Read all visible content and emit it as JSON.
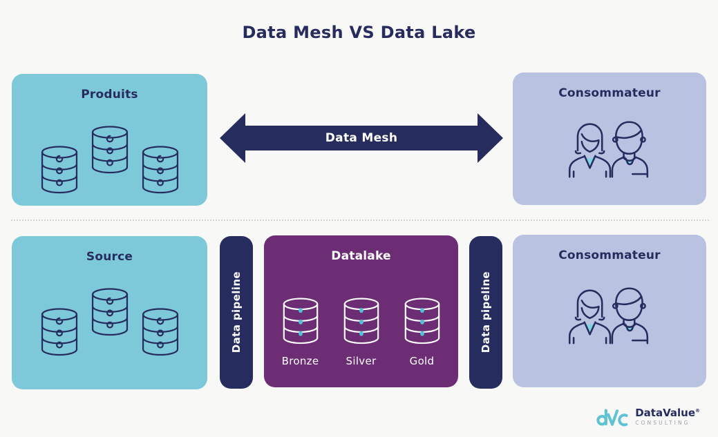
{
  "title": "Data Mesh VS Data Lake",
  "colors": {
    "navy": "#272c5e",
    "teal": "#7dc9d9",
    "lavender": "#b9c3e1",
    "purple": "#6c2d74",
    "accent": "#53c0d6",
    "accent2": "#7fd3de",
    "bg": "#f8f8f6",
    "divider": "#d4d4d2",
    "logo-teal": "#5fc3d3",
    "logo-gray": "#9ba0a9",
    "white": "#ffffff"
  },
  "top_row": {
    "produits": {
      "label": "Produits"
    },
    "arrow": {
      "label": "Data Mesh"
    },
    "consommateur": {
      "label": "Consommateur"
    }
  },
  "bottom_row": {
    "source": {
      "label": "Source"
    },
    "pipeline_left": {
      "label": "Data pipeline"
    },
    "datalake": {
      "label": "Datalake",
      "tiers": [
        "Bronze",
        "Silver",
        "Gold"
      ]
    },
    "pipeline_right": {
      "label": "Data pipeline"
    },
    "consommateur": {
      "label": "Consommateur"
    }
  },
  "logo": {
    "name": "DataValue",
    "registered": "®",
    "tagline": "CONSULTING"
  }
}
